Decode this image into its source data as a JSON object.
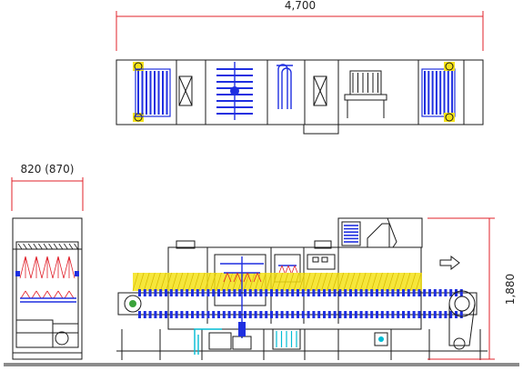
{
  "dimensions": {
    "overall_length": "4,700",
    "width": "820  (870)",
    "height": "1,880"
  },
  "colors": {
    "outline": "#1a1a1a",
    "dimension_line": "#e0202a",
    "conveyor_and_parts": "#1f2fe0",
    "spray_zone": "#f5e218",
    "piping": "#00bcd4"
  },
  "direction_arrow": "right"
}
